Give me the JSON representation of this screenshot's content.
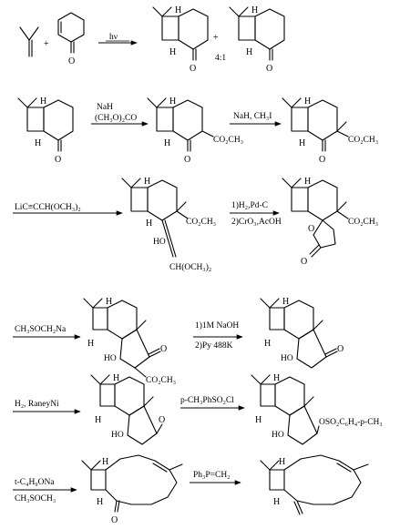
{
  "scheme": {
    "plus_1": "+",
    "plus_2": "+",
    "step1_reagent": "hν",
    "step1_ratio": "4:1",
    "step2_reagent_1": "NaH",
    "step2_reagent_2": "(CH₃O)₂CO",
    "step2_product_label": "CO₂CH₃",
    "step3_reagent": "NaH, CH₃I",
    "step3_product_label": "CO₂CH₃",
    "step4_reagent": "LiC≡CCH(OCH₃)₂",
    "step4_ester_label": "CO₂CH₃",
    "step4_ho_label": "HO",
    "step4_acetal_label": "CH(OCH₃)₂",
    "step5_reagent_1": "1)H₂,Pd-C",
    "step5_reagent_2": "2)CrO₃,AcOH",
    "step5_ester_label": "CO₂CH₃",
    "step6_reagent": "CH₃SOCH₂Na",
    "step6_ho_label": "HO",
    "step6_ester_label": "CO₂CH₃",
    "step7_reagent_1": "1)1M NaOH",
    "step7_reagent_2": "2)Py 488K",
    "step7_ho_label": "HO",
    "step8_reagent": "H₂, RaneyNi",
    "step8_ho_label": "HO",
    "step9_reagent": "p-CH₃PhSO₂Cl",
    "step9_ho_label": "HO",
    "step9_tosylate_label": "OSO₂C₆H₄-p-CH₃",
    "step10_reagent_1": "t-C₄H₉ONa",
    "step10_reagent_2": "CH₃SOCH₃",
    "step11_reagent": "Ph₃P=CH₂",
    "atom_H": "H",
    "atom_O": "O"
  }
}
